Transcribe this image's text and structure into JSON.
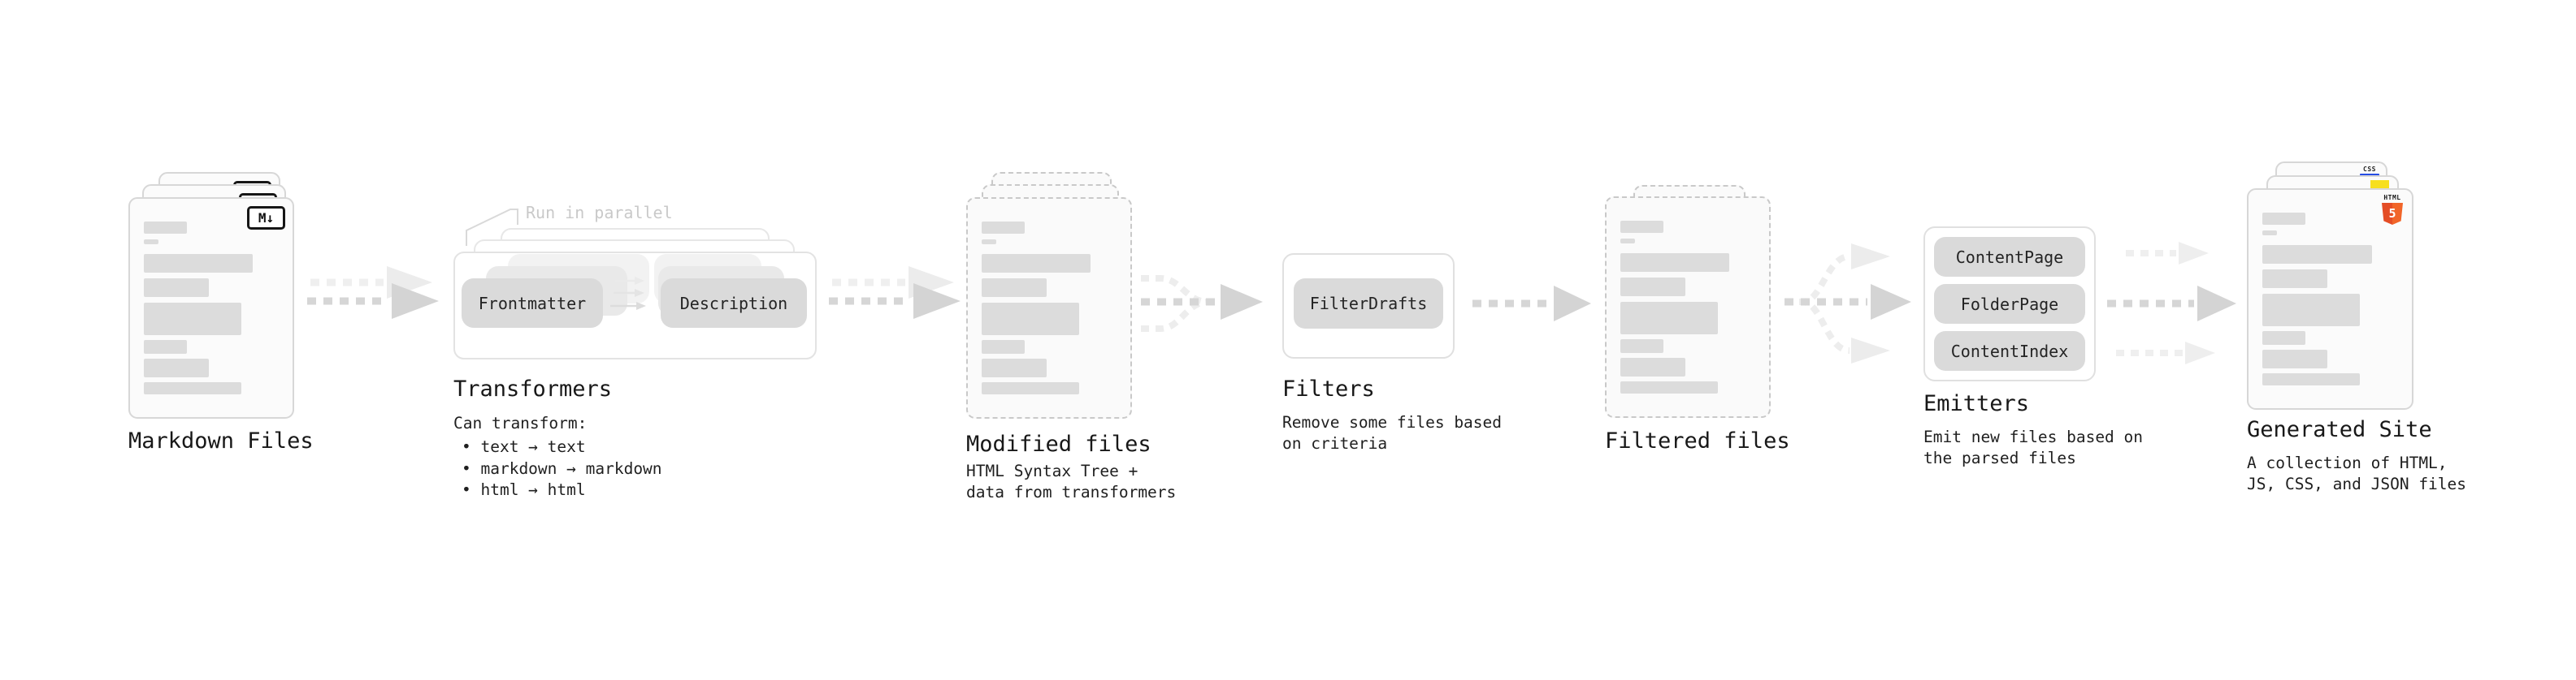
{
  "diagram": {
    "stage_markdown": {
      "title": "Markdown Files",
      "badge": "M↓"
    },
    "stage_transformers": {
      "callout": "Run in parallel",
      "pill_left": "Frontmatter",
      "pill_right": "Description",
      "title": "Transformers",
      "note_heading": "Can transform:",
      "notes": [
        "• text → text",
        "• markdown → markdown",
        "• html → html"
      ]
    },
    "stage_modified": {
      "title": "Modified files",
      "subtitle": "HTML Syntax Tree +\ndata from transformers"
    },
    "stage_filters": {
      "pill": "FilterDrafts",
      "title": "Filters",
      "subtitle": "Remove some files based\non criteria"
    },
    "stage_filtered": {
      "title": "Filtered files"
    },
    "stage_emitters": {
      "pills": [
        "ContentPage",
        "FolderPage",
        "ContentIndex"
      ],
      "title": "Emitters",
      "subtitle": "Emit new files based on\nthe parsed files"
    },
    "stage_generated": {
      "title": "Generated Site",
      "subtitle": "A collection of HTML,\nJS, CSS, and JSON files",
      "badge_css": "CSS",
      "badge_html": "HTML",
      "badge_html5_number": "5"
    }
  },
  "colors": {
    "html5_orange": "#e44d26",
    "js_yellow": "#f7df1e",
    "css_blue": "#264de4",
    "pill_gray": "#dadada",
    "skeleton_gray": "#dcdcdc",
    "arrow_dark": "#d5d5d5",
    "arrow_light": "#eeeeee",
    "text": "#1c1c1c",
    "muted_label": "#c9c9c9"
  }
}
